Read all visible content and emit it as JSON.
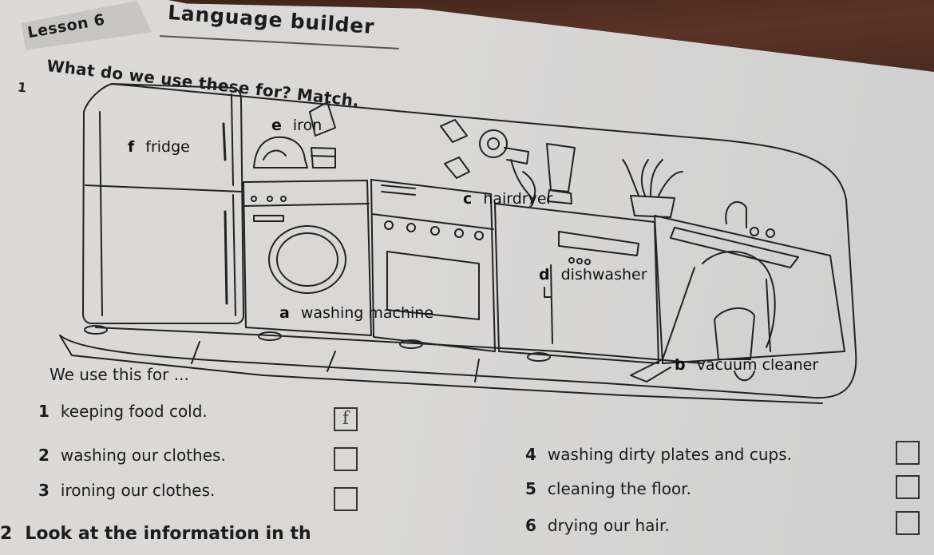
{
  "header": {
    "lesson": "Lesson 6",
    "section": "Language builder"
  },
  "exercise1": {
    "number": "1",
    "instruction": "What do we use these for? Match.",
    "picture_labels": [
      {
        "letter": "a",
        "text": "washing machine"
      },
      {
        "letter": "b",
        "text": "vacuum cleaner"
      },
      {
        "letter": "c",
        "text": "hairdryer"
      },
      {
        "letter": "d",
        "text": "dishwasher"
      },
      {
        "letter": "e",
        "text": "iron"
      },
      {
        "letter": "f",
        "text": "fridge"
      }
    ],
    "stem": "We use this for ...",
    "items": [
      {
        "number": "1",
        "text": "keeping food cold.",
        "answer": "f"
      },
      {
        "number": "2",
        "text": "washing our clothes.",
        "answer": ""
      },
      {
        "number": "3",
        "text": "ironing our clothes.",
        "answer": ""
      },
      {
        "number": "4",
        "text": "washing dirty plates and cups.",
        "answer": ""
      },
      {
        "number": "5",
        "text": "cleaning the floor.",
        "answer": ""
      },
      {
        "number": "6",
        "text": "drying our hair.",
        "answer": ""
      }
    ]
  },
  "exercise2": {
    "number": "2",
    "instruction": "Look at the information in th"
  }
}
